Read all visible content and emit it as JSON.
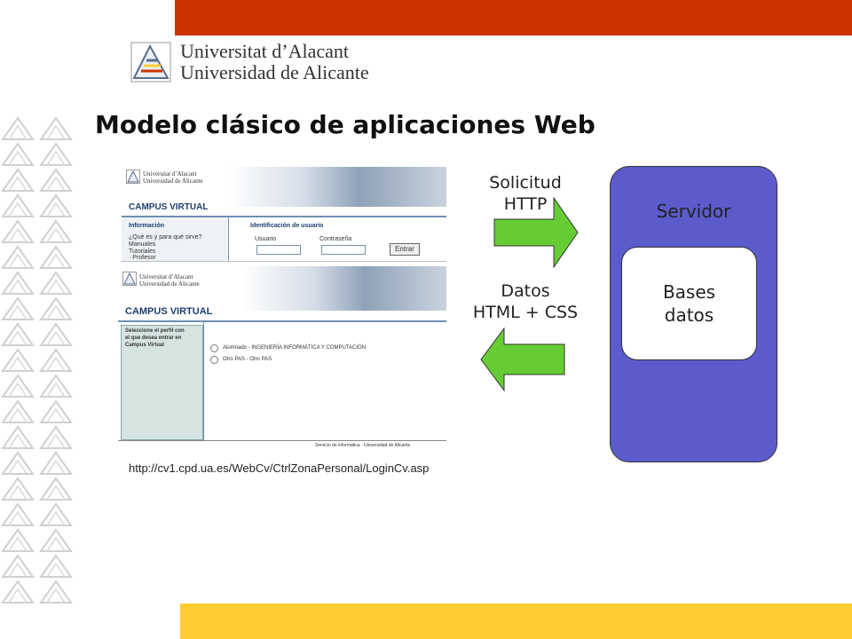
{
  "slide": {
    "title": "Modelo clásico de aplicaciones Web",
    "logo_line1": "Universitat d’Alacant",
    "logo_line2": "Universidad de Alicante",
    "colors": {
      "top_bar": "#cc3300",
      "bottom_bar": "#ffcc33",
      "server": "#5b5bcc",
      "arrow": "#66cc33"
    }
  },
  "screenshot_login": {
    "logo_line1": "Universitat d’Alacant",
    "logo_line2": "Universidad de Alicante",
    "heading": "CAMPUS VIRTUAL",
    "info_title": "Información",
    "info_items": [
      "¿Qué es y para qué sirve?",
      "Manuales",
      "Tutoriales",
      "· Profesor"
    ],
    "id_title": "Identificación de usuario",
    "user_label": "Usuario",
    "password_label": "Contraseña",
    "enter_button": "Entrar"
  },
  "screenshot_profile": {
    "logo_line1": "Universitat d’Alacant",
    "logo_line2": "Universidad de Alicante",
    "heading": "CAMPUS VIRTUAL",
    "side_text": [
      "Seleccione el perfil con",
      "el que desea entrar en",
      "Campus Virtual"
    ],
    "options": [
      "Alumnado - INGENIERÍA INFORMÁTICA Y COMPUTACIÓN",
      "Otro PAS - Otro PAS"
    ],
    "footer": "Servicio de informática - Universidad de Alicante"
  },
  "request": {
    "line1": "Solicitud",
    "line2": "HTTP"
  },
  "response": {
    "line1": "Datos",
    "line2": "HTML + CSS"
  },
  "server": {
    "label": "Servidor",
    "db_label": "Bases\ndatos"
  },
  "url": "http://cv1.cpd.ua.es/WebCv/CtrlZonaPersonal/LoginCv.asp"
}
